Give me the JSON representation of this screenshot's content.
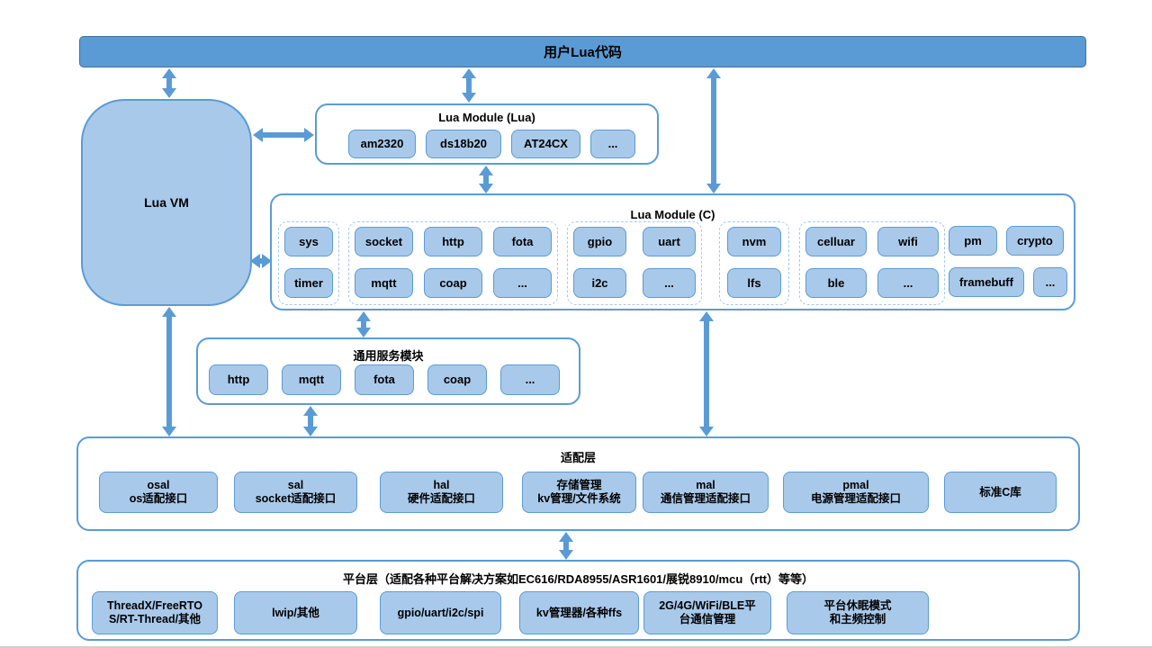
{
  "colors": {
    "banner_fill": "#5B9BD5",
    "box_fill": "#A9C9EA",
    "box_border": "#5B9BD5",
    "container_border": "#5B9BD5",
    "dashed_group_border": "#A9C9EA",
    "arrow": "#5B9BD5",
    "text": "#000000"
  },
  "top_bar": {
    "label": "用户Lua代码"
  },
  "lua_vm": {
    "label": "Lua VM"
  },
  "lua_module_lua": {
    "title": "Lua Module (Lua)",
    "items": [
      "am2320",
      "ds18b20",
      "AT24CX",
      "..."
    ]
  },
  "lua_module_c": {
    "title": "Lua Module (C)",
    "groups": [
      {
        "row1": [
          "sys"
        ],
        "row2": [
          "timer"
        ]
      },
      {
        "row1": [
          "socket",
          "http",
          "fota"
        ],
        "row2": [
          "mqtt",
          "coap",
          "..."
        ]
      },
      {
        "row1": [
          "gpio",
          "uart"
        ],
        "row2": [
          "i2c",
          "..."
        ]
      },
      {
        "row1": [
          "nvm"
        ],
        "row2": [
          "lfs"
        ]
      },
      {
        "row1": [
          "celluar",
          "wifi"
        ],
        "row2": [
          "ble",
          "..."
        ]
      },
      {
        "row1": [
          "pm",
          "crypto"
        ],
        "row2": [
          "framebuff",
          "..."
        ]
      }
    ]
  },
  "common_services": {
    "title": "通用服务模块",
    "items": [
      "http",
      "mqtt",
      "fota",
      "coap",
      "..."
    ]
  },
  "adapter_layer": {
    "title": "适配层",
    "items": [
      "osal\nos适配接口",
      "sal\nsocket适配接口",
      "hal\n硬件适配接口",
      "存储管理\nkv管理/文件系统",
      "mal\n通信管理适配接口",
      "pmal\n电源管理适配接口",
      "标准C库"
    ]
  },
  "platform_layer": {
    "title": "平台层（适配各种平台解决方案如EC616/RDA8955/ASR1601/展锐8910/mcu（rtt）等等）",
    "items": [
      "ThreadX/FreeRTO\nS/RT-Thread/其他",
      "lwip/其他",
      "gpio/uart/i2c/spi",
      "kv管理器/各种ffs",
      "2G/4G/WiFi/BLE平\n台通信管理",
      "平台休眠模式\n和主频控制"
    ]
  }
}
